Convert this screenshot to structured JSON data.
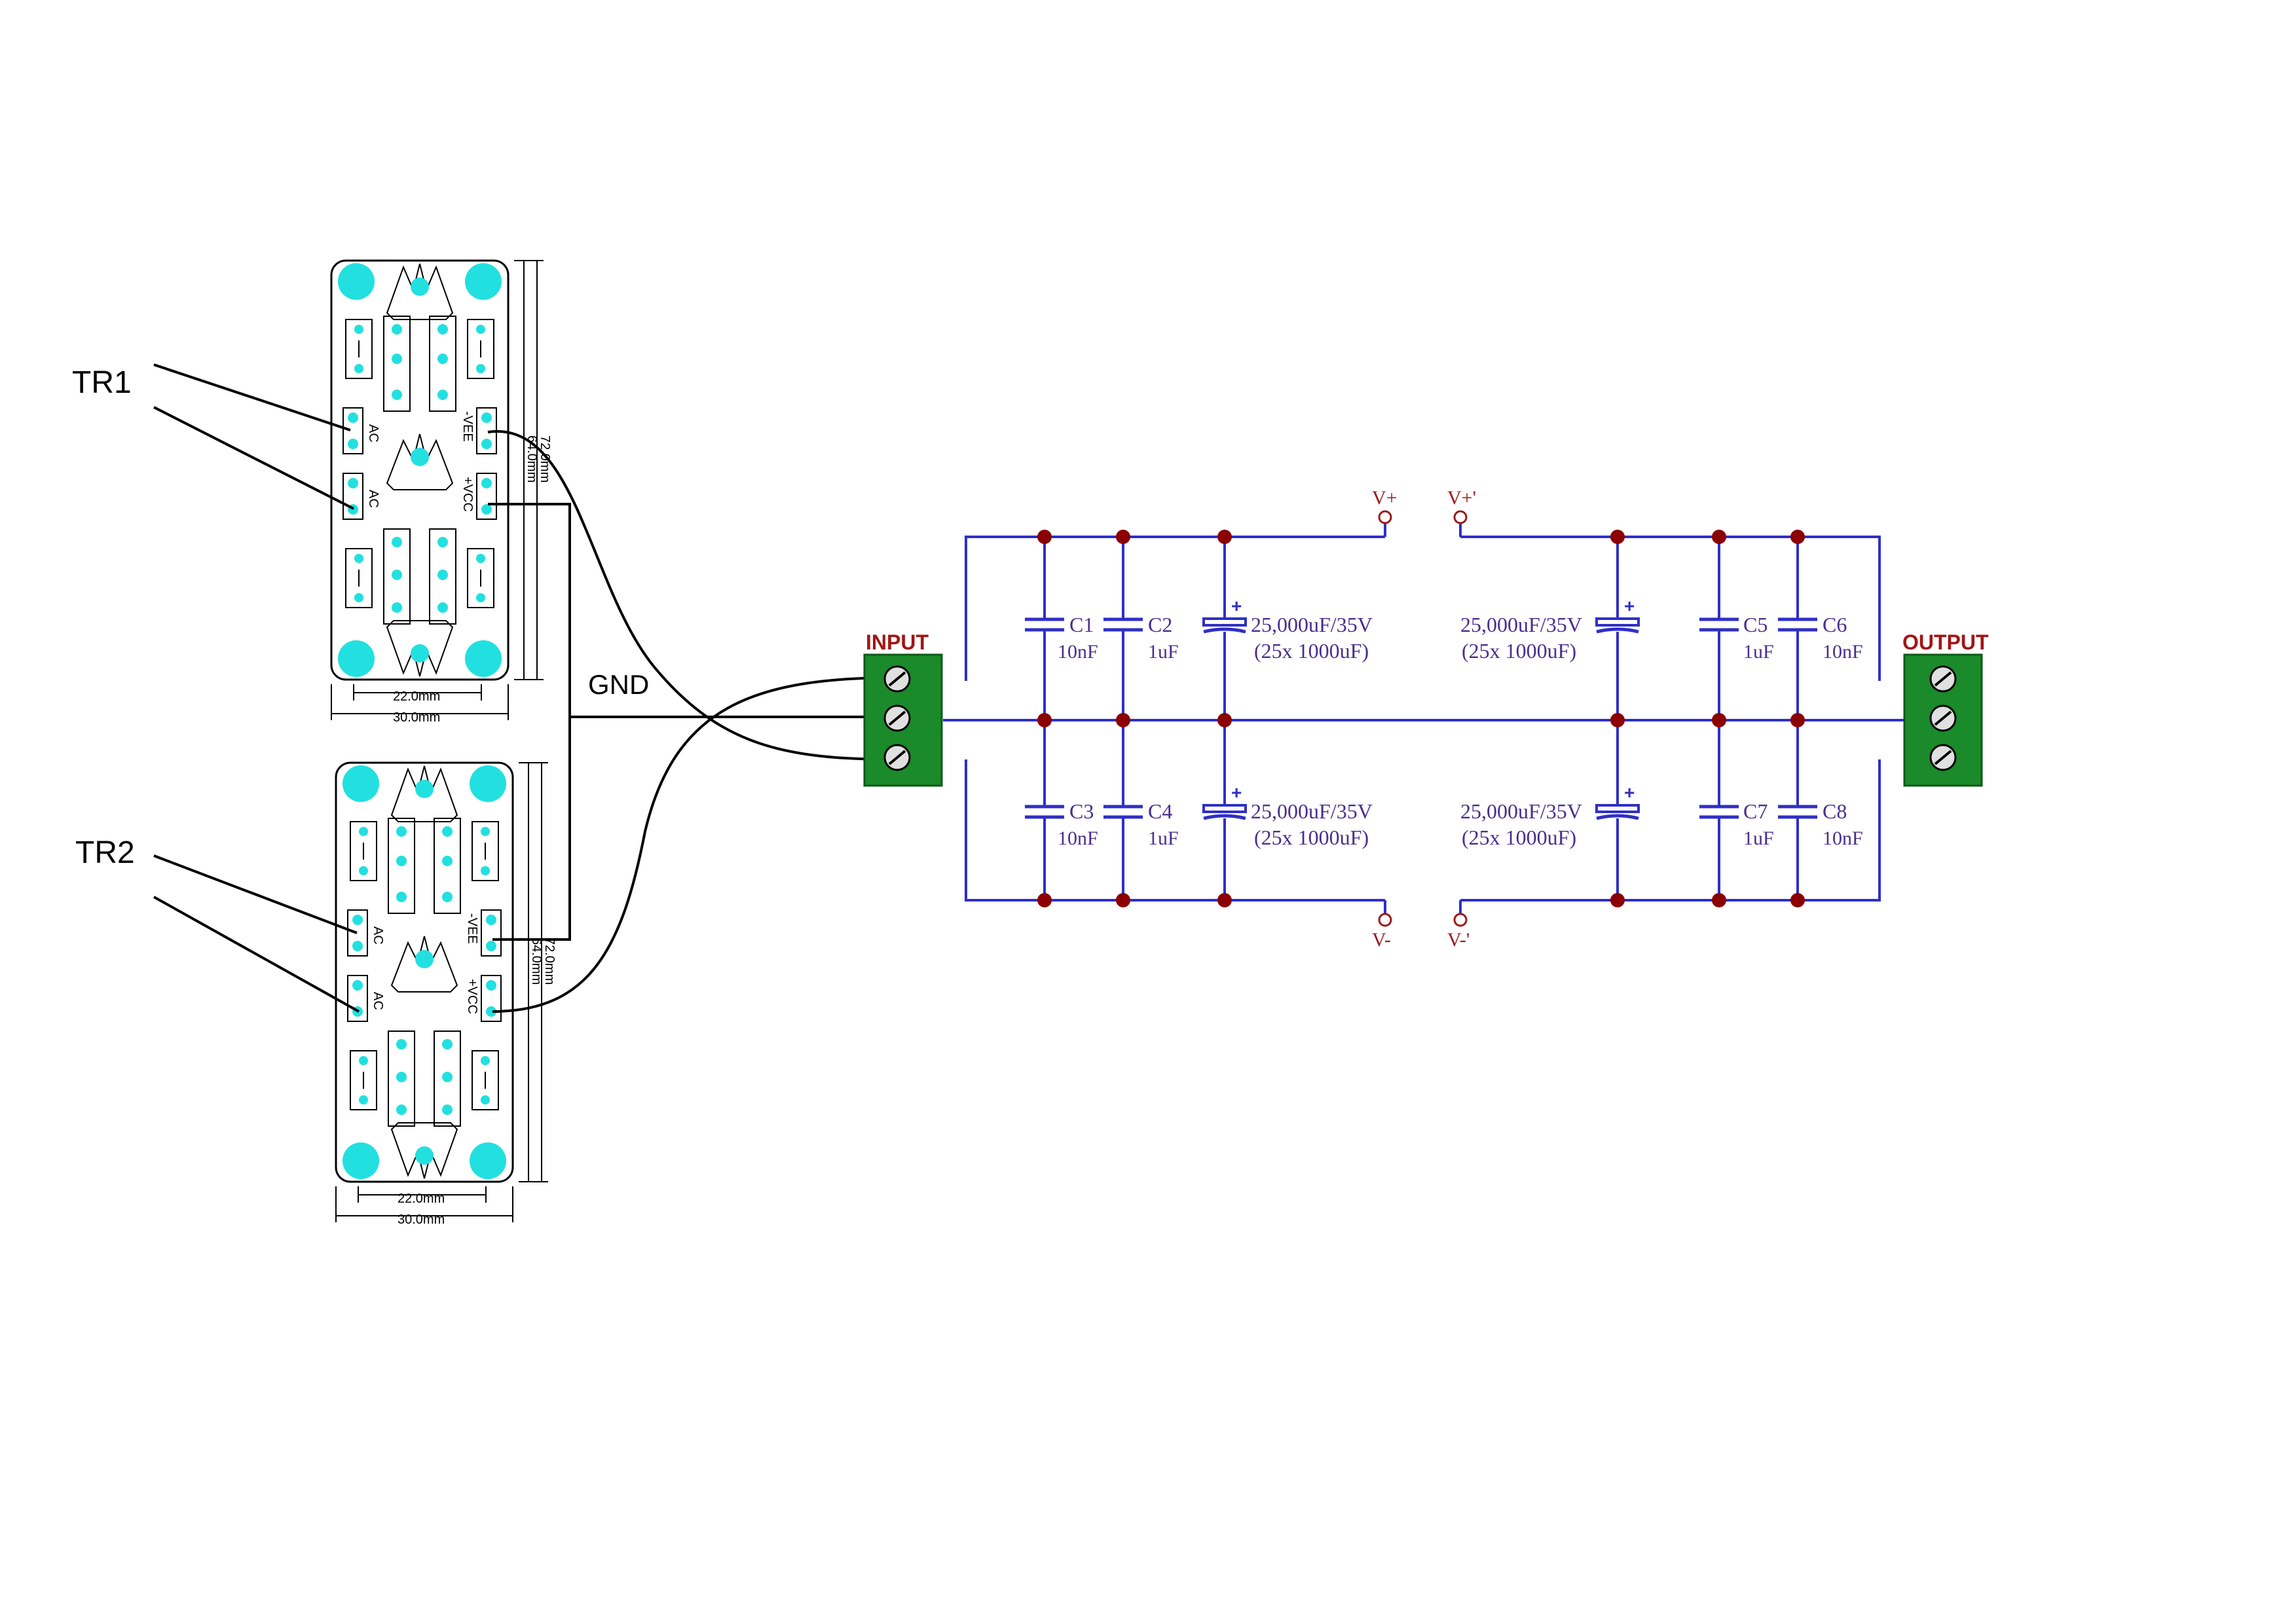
{
  "labels": {
    "tr1": "TR1",
    "tr2": "TR2",
    "gnd": "GND"
  },
  "pcb": {
    "dim_width_inner": "22.0mm",
    "dim_width_outer": "30.0mm",
    "dim_height_outer": "72.0mm",
    "dim_height_inner": "64.0mm",
    "pad_ac": "AC",
    "pad_vee": "-VEE",
    "pad_vcc": "+VCC"
  },
  "terminals": {
    "input": "INPUT",
    "output": "OUTPUT"
  },
  "nodes": {
    "v_plus": "V+",
    "v_plus_prime": "V+'",
    "v_minus": "V-",
    "v_minus_prime": "V-'"
  },
  "capacitors": {
    "c1": {
      "ref": "C1",
      "value": "10nF"
    },
    "c2": {
      "ref": "C2",
      "value": "1uF"
    },
    "c3": {
      "ref": "C3",
      "value": "10nF"
    },
    "c4": {
      "ref": "C4",
      "value": "1uF"
    },
    "c5": {
      "ref": "C5",
      "value": "1uF"
    },
    "c6": {
      "ref": "C6",
      "value": "10nF"
    },
    "c7": {
      "ref": "C7",
      "value": "1uF"
    },
    "c8": {
      "ref": "C8",
      "value": "10nF"
    },
    "bulk_rating": "25,000uF/35V",
    "bulk_composition": "(25x 1000uF)",
    "bulk_polarity": "+"
  },
  "colors": {
    "wire": "#2f2fc8",
    "junction": "#8b0000",
    "pad": "#22e0e0",
    "terminal_body": "#1a8a2a",
    "terminal_title": "#a31515"
  }
}
